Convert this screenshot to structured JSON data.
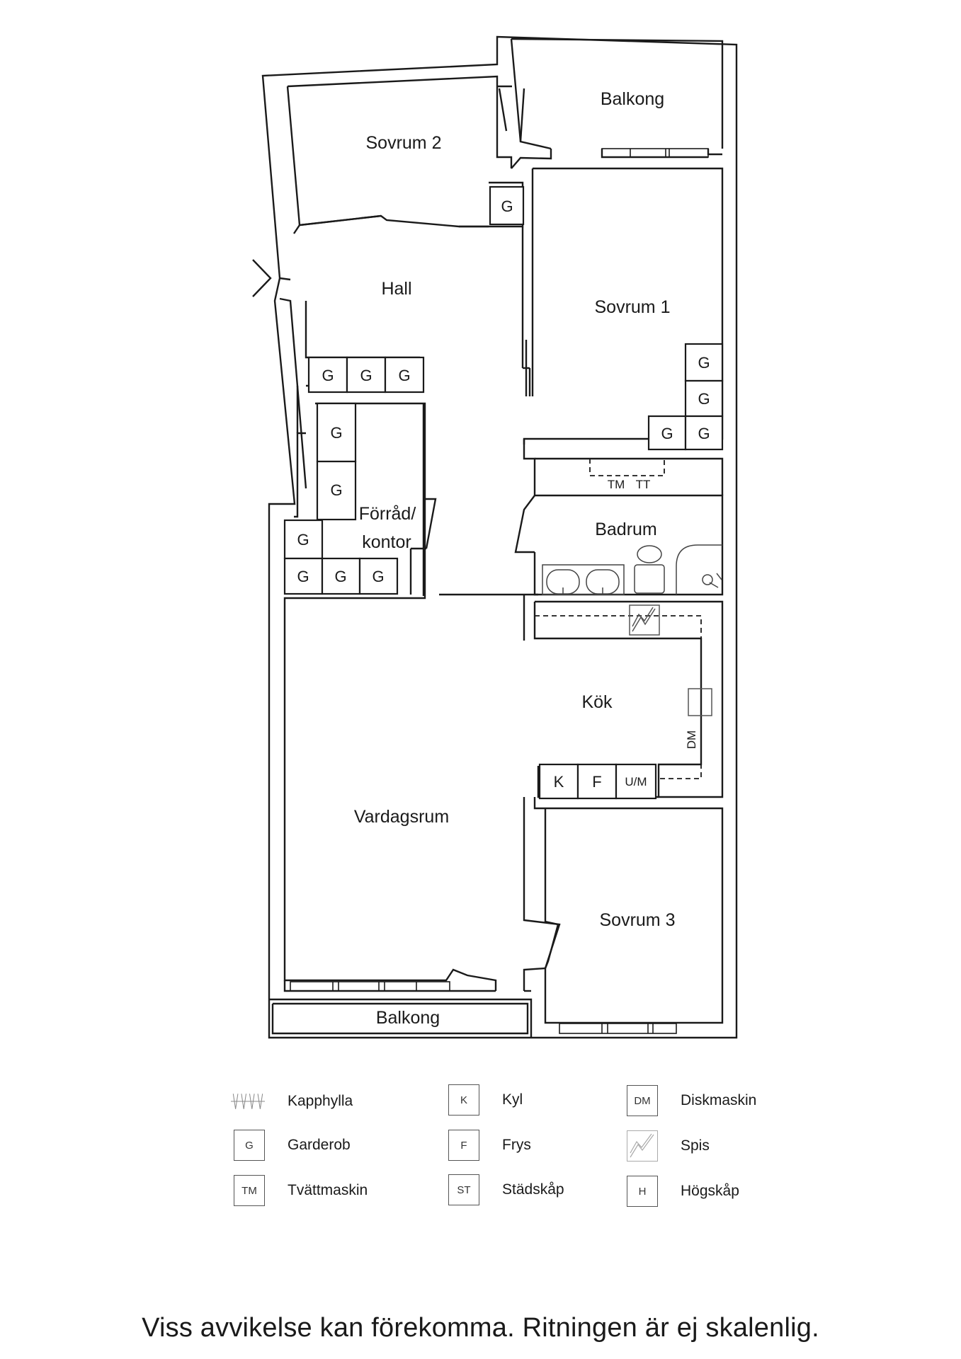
{
  "rooms": {
    "sovrum2": "Sovrum 2",
    "balkong_top": "Balkong",
    "hall": "Hall",
    "sovrum1": "Sovrum 1",
    "forrad_line1": "Förråd/",
    "forrad_line2": "kontor",
    "badrum": "Badrum",
    "kok": "Kök",
    "vardagsrum": "Vardagsrum",
    "sovrum3": "Sovrum 3",
    "balkong_bottom": "Balkong"
  },
  "units": {
    "garderob": "G",
    "kyl": "K",
    "frys": "F",
    "ugn_mikro": "U/M",
    "diskmaskin": "DM",
    "tvattmaskin": "TM",
    "torktumlare": "TT"
  },
  "legend": [
    {
      "code": "",
      "icon": "kapphylla-icon",
      "label": "Kapphylla"
    },
    {
      "code": "G",
      "label": "Garderob"
    },
    {
      "code": "TM",
      "label": "Tvättmaskin"
    },
    {
      "code": "K",
      "label": "Kyl"
    },
    {
      "code": "F",
      "label": "Frys"
    },
    {
      "code": "ST",
      "label": "Städskåp"
    },
    {
      "code": "DM",
      "label": "Diskmaskin"
    },
    {
      "code": "",
      "icon": "spis-icon",
      "label": "Spis"
    },
    {
      "code": "H",
      "label": "Högskåp"
    }
  ],
  "disclaimer": "Viss avvikelse kan förekomma. Ritningen är ej skalenlig."
}
